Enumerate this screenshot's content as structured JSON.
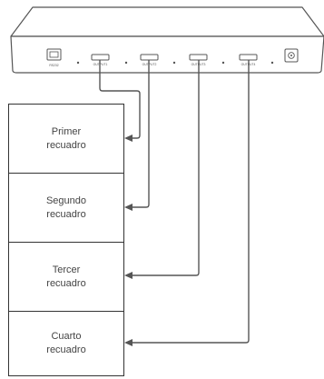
{
  "device": {
    "ports": [
      {
        "id": "rs232",
        "label": "RS232"
      },
      {
        "id": "output1",
        "label": "OUTPUT1"
      },
      {
        "id": "output2",
        "label": "OUTPUT2"
      },
      {
        "id": "output3",
        "label": "OUTPUT3"
      },
      {
        "id": "output4",
        "label": "OUTPUT4"
      }
    ]
  },
  "screens": [
    {
      "label": "Primer\nrecuadro"
    },
    {
      "label": "Segundo\nrecuadro"
    },
    {
      "label": "Tercer\nrecuadro"
    },
    {
      "label": "Cuarto\nrecuadro"
    }
  ],
  "colors": {
    "line": "#555555",
    "device_fill": "#ffffff",
    "port_fill": "#ffffff"
  }
}
